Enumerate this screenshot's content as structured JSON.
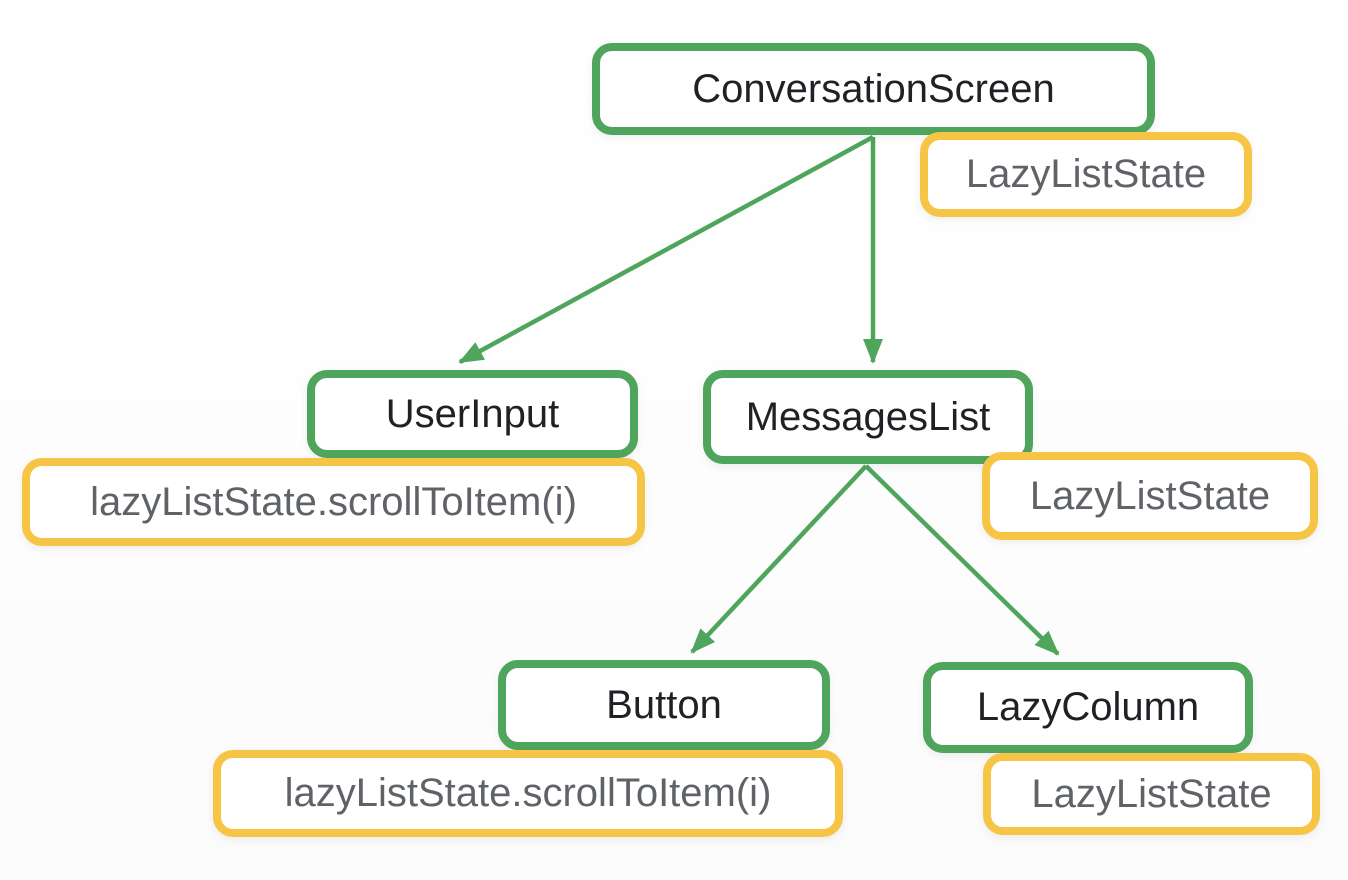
{
  "diagram": {
    "type": "tree",
    "description": "Composable hierarchy with hoisted LazyListState",
    "colors": {
      "node_border": "#4FA55B",
      "state_border": "#F7C545",
      "node_text": "#1F2125",
      "state_text": "#5F6368",
      "arrow": "#4FA55B",
      "background": "#FFFFFF"
    },
    "nodes": [
      {
        "id": "conversation-screen",
        "label": "ConversationScreen",
        "kind": "composable",
        "attachment": {
          "label": "LazyListState",
          "kind": "state",
          "position": "bottom-right"
        }
      },
      {
        "id": "user-input",
        "label": "UserInput",
        "kind": "composable",
        "attachment": {
          "label": "lazyListState.scrollToItem(i)",
          "kind": "event",
          "position": "bottom-left"
        }
      },
      {
        "id": "messages-list",
        "label": "MessagesList",
        "kind": "composable",
        "attachment": {
          "label": "LazyListState",
          "kind": "state",
          "position": "bottom-right"
        }
      },
      {
        "id": "button",
        "label": "Button",
        "kind": "composable",
        "attachment": {
          "label": "lazyListState.scrollToItem(i)",
          "kind": "event",
          "position": "bottom-left"
        }
      },
      {
        "id": "lazy-column",
        "label": "LazyColumn",
        "kind": "composable",
        "attachment": {
          "label": "LazyListState",
          "kind": "state",
          "position": "bottom-right"
        }
      }
    ],
    "edges": [
      {
        "from": "ConversationScreen",
        "to": "UserInput"
      },
      {
        "from": "ConversationScreen",
        "to": "MessagesList"
      },
      {
        "from": "MessagesList",
        "to": "Button"
      },
      {
        "from": "MessagesList",
        "to": "LazyColumn"
      }
    ]
  }
}
